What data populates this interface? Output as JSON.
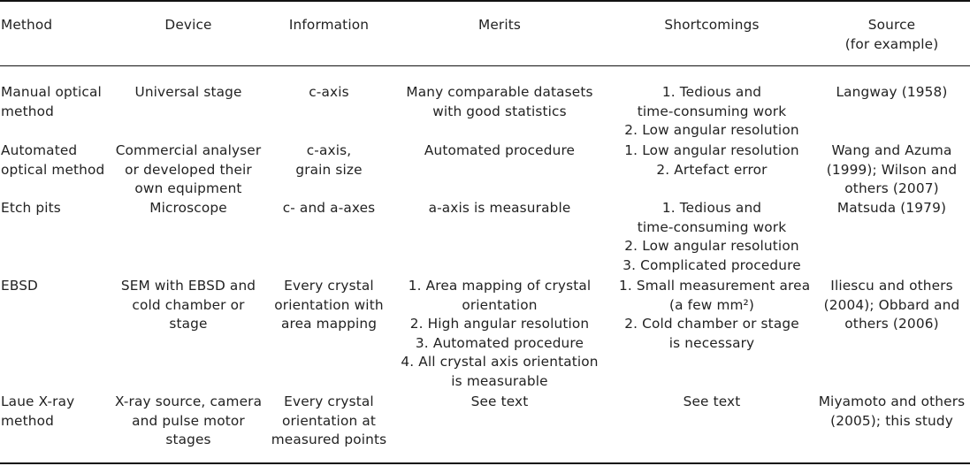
{
  "header": {
    "method": "Method",
    "device": "Device",
    "information": "Information",
    "merits": "Merits",
    "shortcomings": "Shortcomings",
    "source_line1": "Source",
    "source_line2": "(for example)"
  },
  "rows": [
    {
      "method": [
        "Manual optical",
        "method"
      ],
      "device": [
        "Universal stage"
      ],
      "information": [
        "c-axis"
      ],
      "merits": [
        "Many comparable datasets",
        "with good statistics"
      ],
      "shortcomings": [
        "1. Tedious and",
        "time-consuming work",
        "2. Low angular resolution"
      ],
      "source": [
        "Langway (1958)"
      ]
    },
    {
      "method": [
        "Automated",
        "optical method"
      ],
      "device": [
        "Commercial analyser",
        "or developed their",
        "own equipment"
      ],
      "information": [
        "c-axis,",
        "grain size"
      ],
      "merits": [
        "Automated procedure"
      ],
      "shortcomings": [
        "1. Low angular resolution",
        "2. Artefact error"
      ],
      "source": [
        "Wang and Azuma",
        "(1999); Wilson and",
        "others (2007)"
      ]
    },
    {
      "method": [
        "Etch pits"
      ],
      "device": [
        "Microscope"
      ],
      "information": [
        "c- and a-axes"
      ],
      "merits": [
        "a-axis is measurable"
      ],
      "shortcomings": [
        "1. Tedious and",
        "time-consuming work",
        "2. Low angular resolution",
        "3. Complicated procedure"
      ],
      "source": [
        "Matsuda (1979)"
      ]
    },
    {
      "method": [
        "EBSD"
      ],
      "device": [
        "SEM with EBSD and",
        "cold chamber or",
        "stage"
      ],
      "information": [
        "Every crystal",
        "orientation with",
        "area mapping"
      ],
      "merits": [
        "1. Area mapping of crystal",
        "orientation",
        "2. High angular resolution",
        "3. Automated procedure",
        "4. All crystal axis orientation",
        "is measurable"
      ],
      "shortcomings": [
        "1. Small measurement area",
        "(a few mm²)",
        "2. Cold chamber or stage",
        "is necessary"
      ],
      "source": [
        "Iliescu and others",
        "(2004); Obbard and",
        "others (2006)"
      ]
    },
    {
      "method": [
        "Laue X-ray",
        "method"
      ],
      "device": [
        "X-ray source, camera",
        "and pulse motor",
        "stages"
      ],
      "information": [
        "Every crystal",
        "orientation at",
        "measured points"
      ],
      "merits": [
        "See text"
      ],
      "shortcomings": [
        "See text"
      ],
      "source": [
        "Miyamoto and others",
        "(2005); this study"
      ]
    }
  ]
}
